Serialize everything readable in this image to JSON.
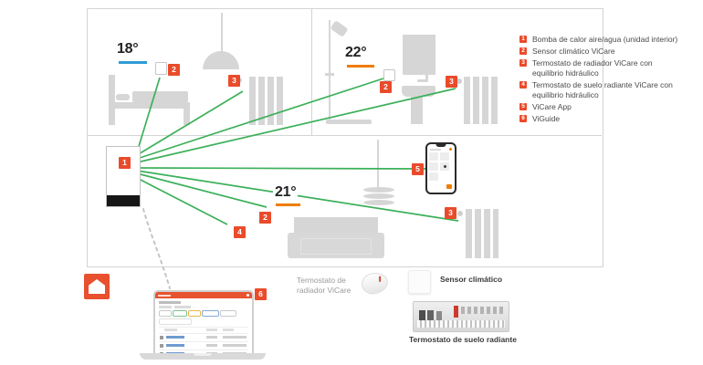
{
  "colors": {
    "accent_red": "#e94b2b",
    "line_green": "#3cb05a",
    "temp_blue_underline": "#2e9bd6",
    "temp_orange_underline": "#f07d00"
  },
  "rooms": {
    "bedroom": {
      "temp": "18°"
    },
    "bathroom": {
      "temp": "22°"
    },
    "living": {
      "temp": "21°"
    }
  },
  "markers": {
    "unit": "1",
    "bedroom_sensor": "2",
    "bedroom_radiator": "3",
    "bathroom_sensor": "2",
    "bathroom_radiator": "3",
    "vicare_app": "5",
    "living_sensor": "2",
    "floor_heating": "4",
    "living_radiator": "3",
    "viguide": "6"
  },
  "legend": {
    "items": [
      {
        "num": "1",
        "label": "Bomba de calor aire/agua (unidad interior)"
      },
      {
        "num": "2",
        "label": "Sensor climático ViCare"
      },
      {
        "num": "3",
        "label": "Termostato de radiador ViCare con equilibrio hidráulico"
      },
      {
        "num": "4",
        "label": "Termostato de suelo radiante ViCare con equilibrio hidráulico"
      },
      {
        "num": "5",
        "label": "ViCare App"
      },
      {
        "num": "6",
        "label": "ViGuide"
      }
    ]
  },
  "bottom": {
    "radiator_thermostat_label_line1": "Termostato de",
    "radiator_thermostat_label_line2": "radiador ViCare",
    "sensor_label": "Sensor climático",
    "floor_thermostat_label": "Termostato de suelo radiante"
  }
}
